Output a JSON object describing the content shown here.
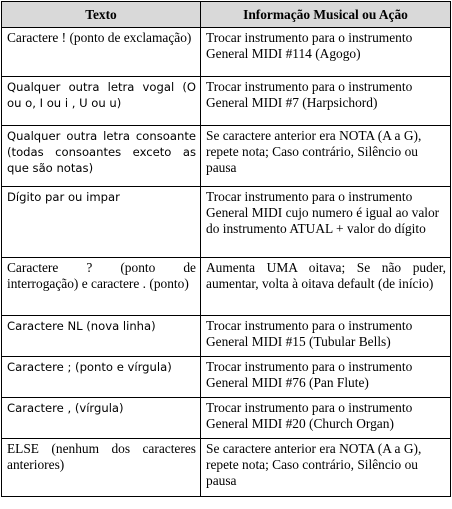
{
  "table": {
    "headers": [
      "Texto",
      "Informação Musical ou Ação"
    ],
    "rows": [
      {
        "texto": "Caractere ! (ponto de exclamação)",
        "acao": "Trocar instrumento para o instrumento General MIDI #114 (Agogo)"
      },
      {
        "texto": "Qualquer outra letra vogal (O ou o, I ou i , U ou u)",
        "acao": "Trocar instrumento para o instrumento General MIDI #7 (Harpsichord)"
      },
      {
        "texto": "Qualquer outra letra consoante (todas consoantes exceto as que são notas)",
        "acao": "Se caractere anterior era NOTA (A a G), repete nota; Caso contrário, Silêncio ou pausa"
      },
      {
        "texto": "Dígito par ou impar",
        "acao": "Trocar instrumento para o instrumento General MIDI cujo numero é igual ao valor do instrumento ATUAL + valor do dígito"
      },
      {
        "texto": "Caractere ? (ponto de interrogação) e caractere . (ponto)",
        "acao": "Aumenta UMA oitava; Se não puder, aumentar, volta à oitava default (de início)"
      },
      {
        "texto": "Caractere NL (nova linha)",
        "acao": "Trocar instrumento para o instrumento General MIDI #15 (Tubular Bells)"
      },
      {
        "texto": "Caractere ; (ponto e vírgula)",
        "acao": "Trocar instrumento para o instrumento General MIDI #76 (Pan Flute)"
      },
      {
        "texto": "Caractere , (vírgula)",
        "acao": "Trocar instrumento para o instrumento General MIDI #20 (Church Organ)"
      },
      {
        "texto": "ELSE (nenhum dos caracteres anteriores)",
        "acao": "Se caractere anterior era NOTA (A a G), repete nota; Caso contrário, Silêncio ou pausa"
      }
    ]
  }
}
